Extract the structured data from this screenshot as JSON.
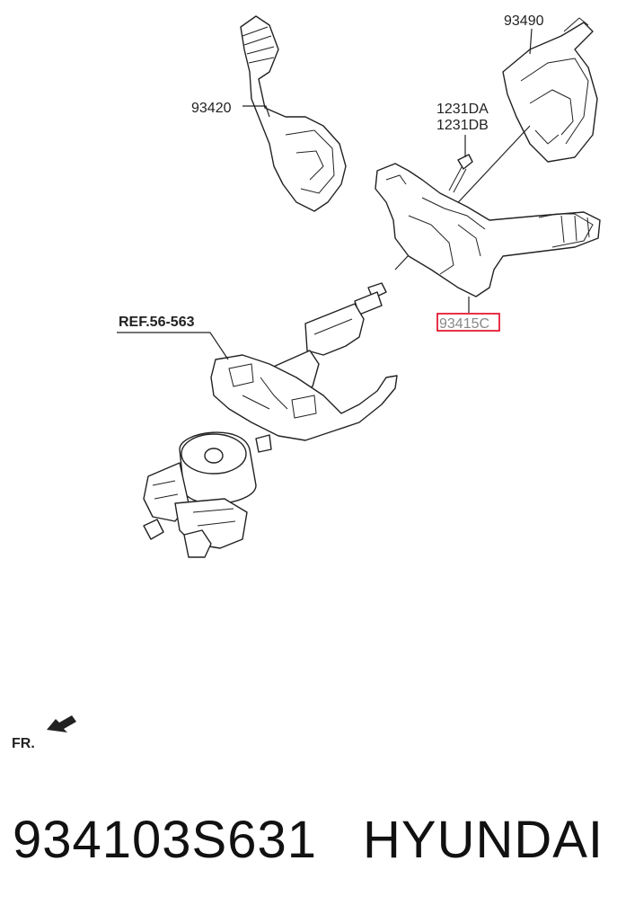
{
  "diagram": {
    "callouts": {
      "p93490": "93490",
      "p93420": "93420",
      "p1231da": "1231DA",
      "p1231db": "1231DB",
      "ref": "REF.56-563",
      "p93415c": "93415C"
    },
    "direction": "FR.",
    "highlight_color": "#e0001b"
  },
  "footer": {
    "part_number": "934103S631",
    "brand": "HYUNDAI"
  }
}
